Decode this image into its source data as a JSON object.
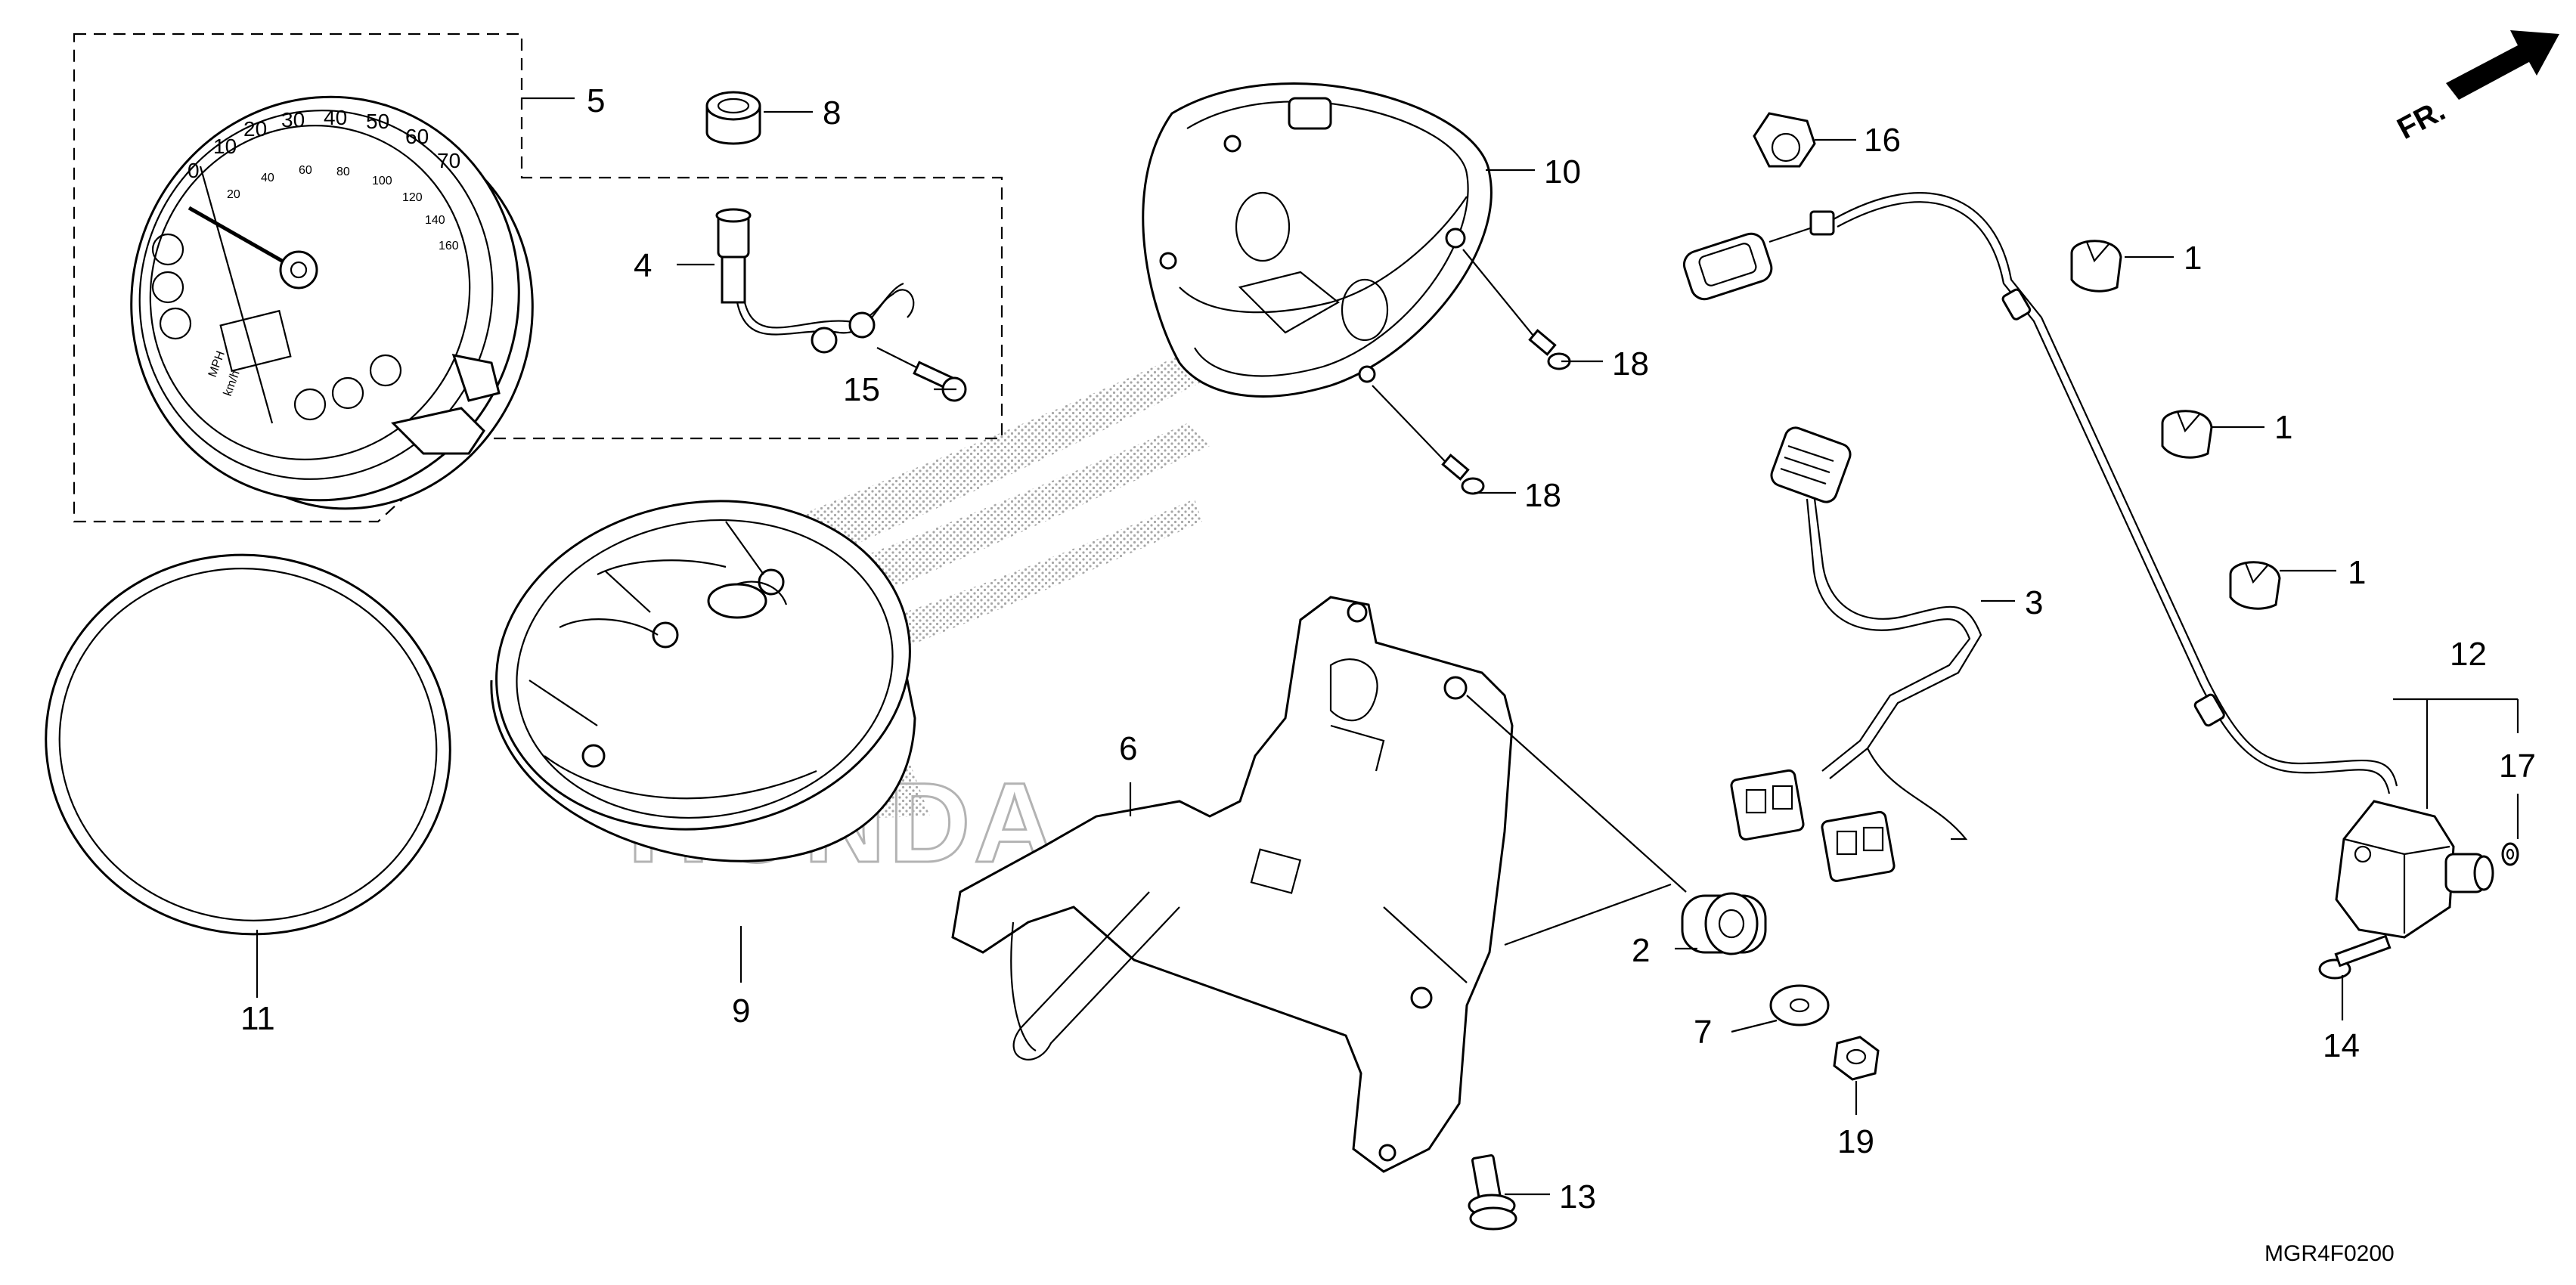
{
  "diagram_code": "MGR4F0200",
  "direction_label": "FR.",
  "watermark_logo_text": "HONDA",
  "meter_face": {
    "outer_scale": [
      "0",
      "10",
      "20",
      "30",
      "40",
      "50",
      "60",
      "70"
    ],
    "inner_scale": [
      "20",
      "40",
      "60",
      "80",
      "100",
      "120",
      "140",
      "160"
    ],
    "units": [
      "MPH",
      "km/h"
    ]
  },
  "callouts": [
    {
      "id": "c1a",
      "label": "1"
    },
    {
      "id": "c1b",
      "label": "1"
    },
    {
      "id": "c1c",
      "label": "1"
    },
    {
      "id": "c2",
      "label": "2"
    },
    {
      "id": "c3",
      "label": "3"
    },
    {
      "id": "c4",
      "label": "4"
    },
    {
      "id": "c5",
      "label": "5"
    },
    {
      "id": "c6",
      "label": "6"
    },
    {
      "id": "c7",
      "label": "7"
    },
    {
      "id": "c8",
      "label": "8"
    },
    {
      "id": "c9",
      "label": "9"
    },
    {
      "id": "c10",
      "label": "10"
    },
    {
      "id": "c11",
      "label": "11"
    },
    {
      "id": "c12",
      "label": "12"
    },
    {
      "id": "c13",
      "label": "13"
    },
    {
      "id": "c14",
      "label": "14"
    },
    {
      "id": "c15",
      "label": "15"
    },
    {
      "id": "c16",
      "label": "16"
    },
    {
      "id": "c17",
      "label": "17"
    },
    {
      "id": "c18a",
      "label": "18"
    },
    {
      "id": "c18b",
      "label": "18"
    },
    {
      "id": "c19",
      "label": "19"
    }
  ]
}
